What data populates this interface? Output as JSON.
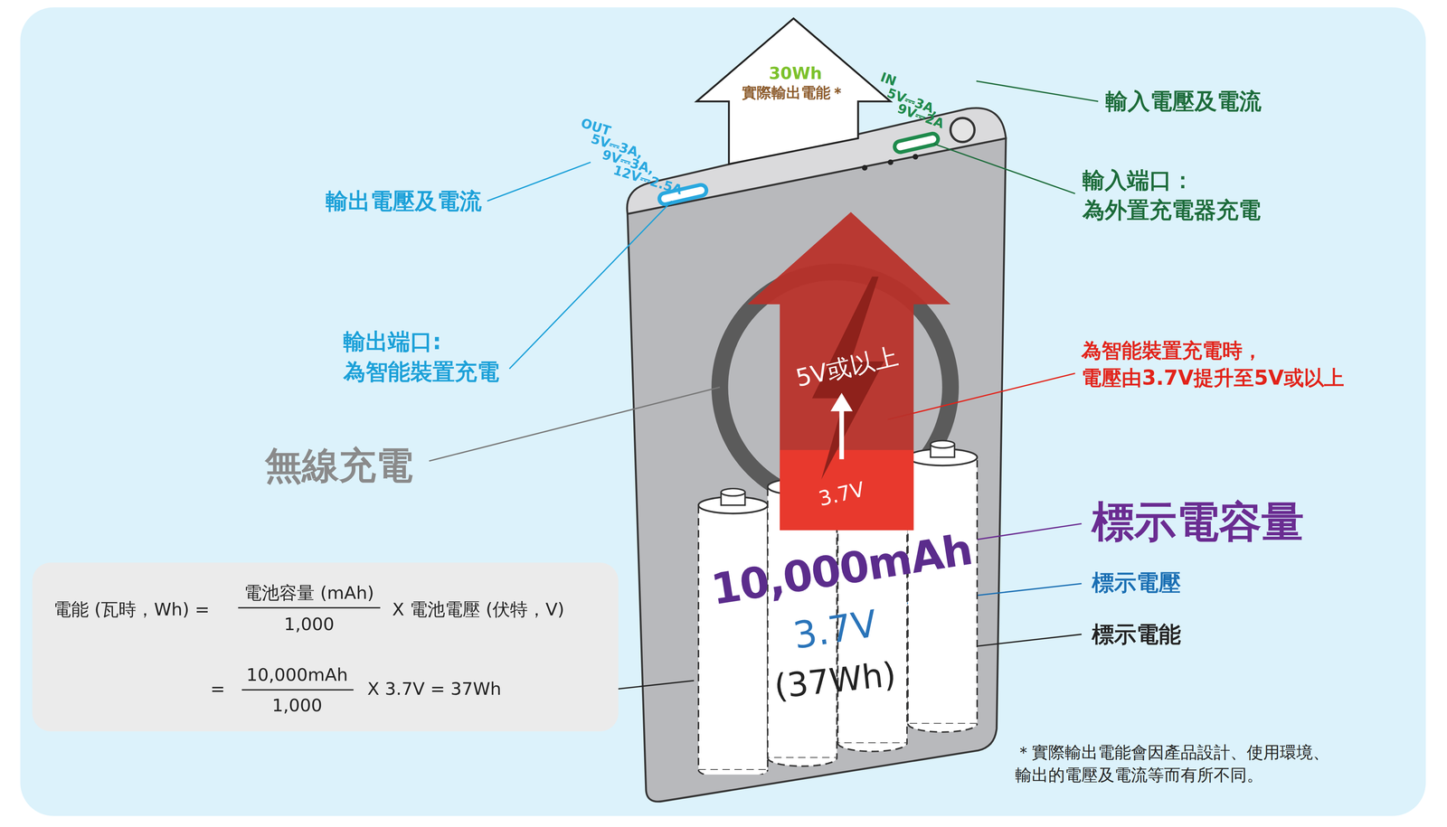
{
  "diagram": {
    "nodes": [
      {
        "text": [
          "30Wh",
          "實際輸出電能＊"
        ]
      },
      {
        "text": [
          "5V或以上",
          "3.7V"
        ]
      },
      {
        "text": [
          "10,000mAh",
          "3.7V",
          "(37Wh)"
        ]
      },
      {
        "text": [
          "電能 (瓦時，Wh) =",
          "電池容量 (mAh)",
          "1,000",
          "X 電池電壓 (伏特，V)",
          "=",
          "10,000mAh",
          "1,000",
          "X 3.7V = 37Wh"
        ]
      }
    ],
    "edges": [
      {
        "from": 3,
        "to": 2,
        "arrow": "none"
      }
    ],
    "labels": [
      "OUT",
      "5V⎓3A,",
      "9V⎓3A,",
      "12V⎓2.5A",
      "IN",
      "5V⎓3A,",
      "9V⎓2A",
      "輸入電壓及電流",
      "輸入端口： 為外置充電器充電",
      "輸出電壓及電流",
      "輸出端口: 為智能裝置充電",
      "無線充電",
      "為智能裝置充電時， 電壓由3.7V提升至5V或以上",
      "標示電容量",
      "標示電壓",
      "標示電能",
      "＊實際輸出電能會因產品設計、使用環境、 輸出的電壓及電流等而有所不同。"
    ]
  }
}
